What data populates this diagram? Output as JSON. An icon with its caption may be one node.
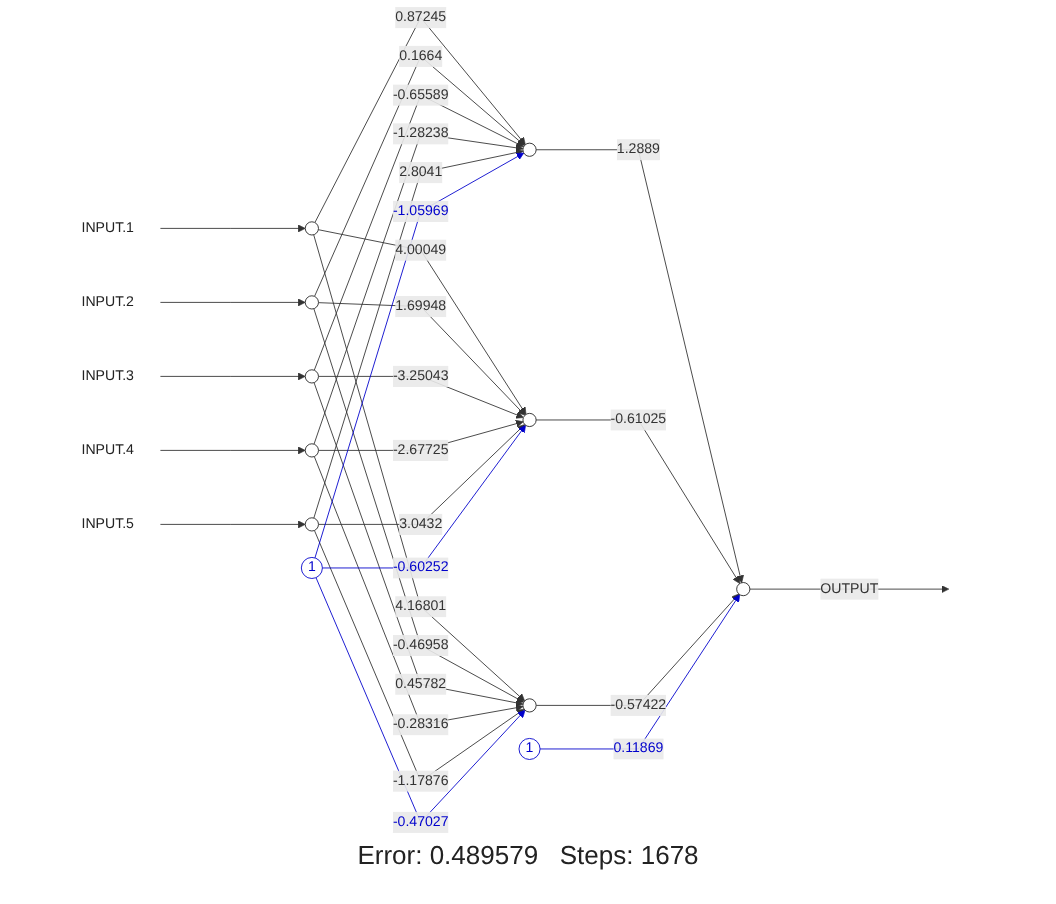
{
  "diagram": {
    "caption": "Error: 0.489579   Steps: 1678",
    "nodes": [
      {
        "text": [
          "INPUT.1"
        ]
      },
      {
        "text": [
          "INPUT.2"
        ]
      },
      {
        "text": [
          "INPUT.3"
        ]
      },
      {
        "text": [
          "INPUT.4"
        ]
      },
      {
        "text": [
          "INPUT.5"
        ]
      },
      {
        "text": [],
        "shape": "circle"
      },
      {
        "text": [],
        "shape": "circle"
      },
      {
        "text": [],
        "shape": "circle"
      },
      {
        "text": [],
        "shape": "circle"
      },
      {
        "text": [],
        "shape": "circle"
      },
      {
        "text": [
          "1"
        ]
      },
      {
        "text": [],
        "shape": "circle"
      },
      {
        "text": [],
        "shape": "circle"
      },
      {
        "text": [],
        "shape": "circle"
      },
      {
        "text": [
          "1"
        ]
      },
      {
        "text": [],
        "shape": "circle"
      }
    ],
    "edges": [
      {
        "from": 0,
        "to": 5,
        "arrow": "to"
      },
      {
        "from": 1,
        "to": 6,
        "arrow": "to"
      },
      {
        "from": 2,
        "to": 7,
        "arrow": "to"
      },
      {
        "from": 3,
        "to": 8,
        "arrow": "to"
      },
      {
        "from": 4,
        "to": 9,
        "arrow": "to"
      },
      {
        "from": 5,
        "to": 11,
        "arrow": "to",
        "label": "0.87245"
      },
      {
        "from": 5,
        "to": 12,
        "arrow": "to",
        "label": "4.00049"
      },
      {
        "from": 5,
        "to": 13,
        "arrow": "to",
        "label": "4.16801"
      },
      {
        "from": 6,
        "to": 11,
        "arrow": "to",
        "label": "0.1664"
      },
      {
        "from": 6,
        "to": 12,
        "arrow": "to",
        "label": "1.69948"
      },
      {
        "from": 6,
        "to": 13,
        "arrow": "to",
        "label": "-0.46958"
      },
      {
        "from": 7,
        "to": 11,
        "arrow": "to",
        "label": "-0.65589"
      },
      {
        "from": 7,
        "to": 12,
        "arrow": "to",
        "label": "-3.25043"
      },
      {
        "from": 7,
        "to": 13,
        "arrow": "to",
        "label": "0.45782"
      },
      {
        "from": 8,
        "to": 11,
        "arrow": "to",
        "label": "-1.28238"
      },
      {
        "from": 8,
        "to": 12,
        "arrow": "to",
        "label": "-2.67725"
      },
      {
        "from": 8,
        "to": 13,
        "arrow": "to",
        "label": "-0.28316"
      },
      {
        "from": 9,
        "to": 11,
        "arrow": "to",
        "label": "2.8041"
      },
      {
        "from": 9,
        "to": 12,
        "arrow": "to",
        "label": "3.0432"
      },
      {
        "from": 9,
        "to": 13,
        "arrow": "to",
        "label": "-1.17876"
      },
      {
        "from": 10,
        "to": 11,
        "arrow": "to",
        "label": "-1.05969",
        "color": "#0000cc"
      },
      {
        "from": 10,
        "to": 12,
        "arrow": "to",
        "label": "-0.60252",
        "color": "#0000cc"
      },
      {
        "from": 10,
        "to": 13,
        "arrow": "to",
        "label": "-0.47027",
        "color": "#0000cc"
      },
      {
        "from": 11,
        "to": 15,
        "arrow": "to",
        "label": "1.2889"
      },
      {
        "from": 12,
        "to": 15,
        "arrow": "to",
        "label": "-0.61025"
      },
      {
        "from": 13,
        "to": 15,
        "arrow": "to",
        "label": "-0.57422"
      },
      {
        "from": 14,
        "to": 15,
        "arrow": "to",
        "label": "0.11869",
        "color": "#0000cc"
      },
      {
        "from": 15,
        "to": null,
        "arrow": "to",
        "label": "OUTPUT"
      }
    ]
  }
}
